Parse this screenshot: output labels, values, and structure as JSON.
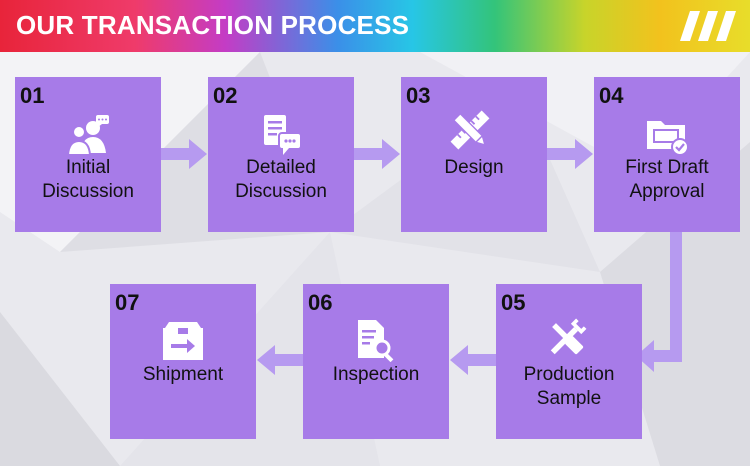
{
  "header": {
    "title": "OUR TRANSACTION PROCESS",
    "logo_icon": "triple-slash-logo-icon"
  },
  "colors": {
    "card": "#a77be8",
    "connector": "#b69af0",
    "text": "#111111"
  },
  "steps": [
    {
      "num": "01",
      "line1": "Initial",
      "line2": "Discussion",
      "icon": "people-chat-icon"
    },
    {
      "num": "02",
      "line1": "Detailed",
      "line2": "Discussion",
      "icon": "documents-chat-icon"
    },
    {
      "num": "03",
      "line1": "Design",
      "line2": "",
      "icon": "ruler-pencil-icon"
    },
    {
      "num": "04",
      "line1": "First Draft",
      "line2": "Approval",
      "icon": "folder-check-icon"
    },
    {
      "num": "05",
      "line1": "Production",
      "line2": "Sample",
      "icon": "wrench-screwdriver-icon"
    },
    {
      "num": "06",
      "line1": "Inspection",
      "line2": "",
      "icon": "document-magnifier-icon"
    },
    {
      "num": "07",
      "line1": "Shipment",
      "line2": "",
      "icon": "box-arrow-icon"
    }
  ]
}
